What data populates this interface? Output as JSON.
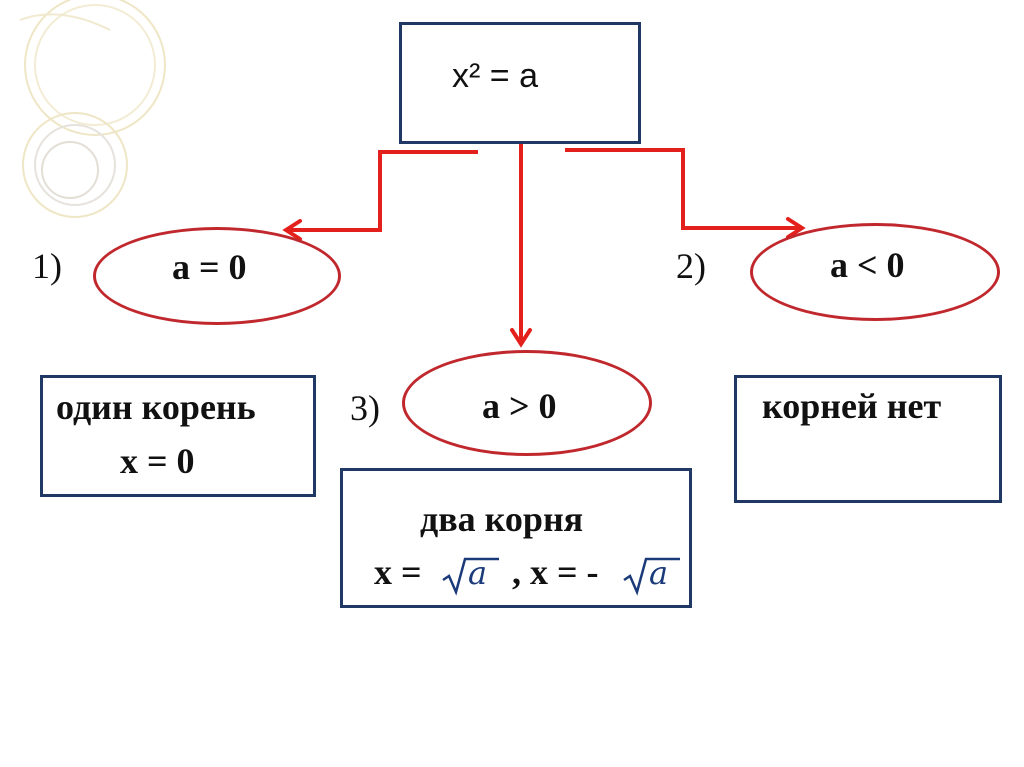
{
  "top_box": {
    "equation": "x² = a"
  },
  "cases": {
    "case1": {
      "number": "1)",
      "condition": "a = 0",
      "result_line1": "один корень",
      "result_line2": "x = 0"
    },
    "case2": {
      "number": "2)",
      "condition": "a < 0",
      "result_line1": "корней нет"
    },
    "case3": {
      "number": "3)",
      "condition": "a > 0",
      "result_line1": "два корня",
      "result_x1": "x =",
      "result_sep": ", x = -",
      "radicand": "a"
    }
  },
  "colors": {
    "arrow": "#e3201b",
    "ellipse": "#c0282d",
    "box_border": "#1f3864"
  }
}
